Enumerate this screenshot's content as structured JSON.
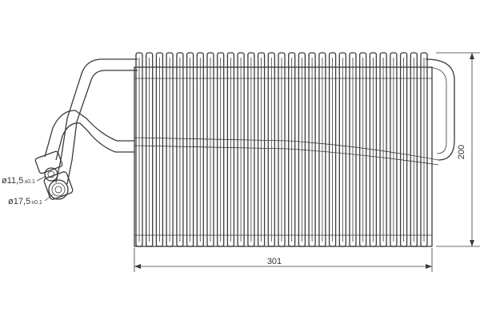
{
  "dimensions": {
    "width_label": "301",
    "height_label": "200",
    "inlet_prefix": "ø11,5",
    "inlet_tol": "±0.1",
    "outlet_prefix": "ø17,5",
    "outlet_tol": "±0.1"
  },
  "fins": {
    "count": 29
  },
  "colors": {
    "line": "#3a3a3a",
    "background": "#ffffff"
  }
}
